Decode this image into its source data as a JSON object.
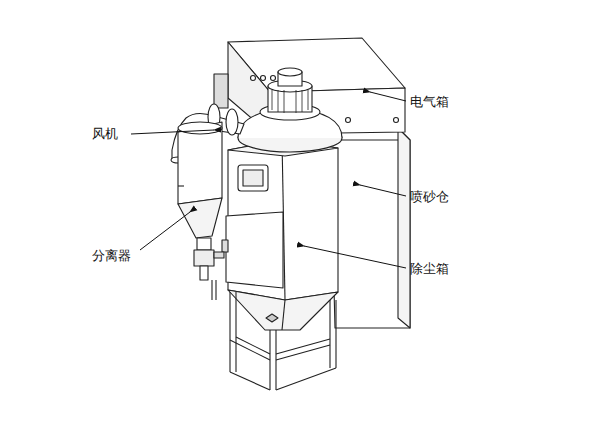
{
  "diagram": {
    "labels": [
      "电气箱",
      "风机",
      "喷砂仓",
      "分离器",
      "除尘箱"
    ]
  }
}
